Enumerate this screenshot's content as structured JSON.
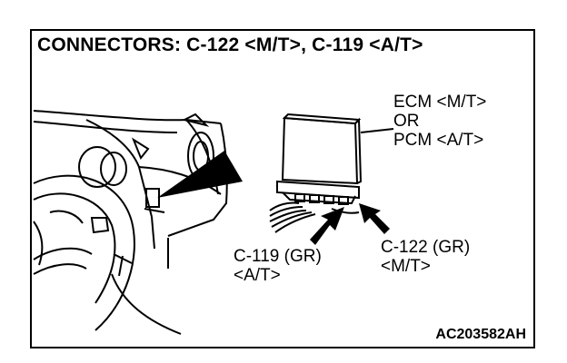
{
  "title": "CONNECTORS: C-122 <M/T>, C-119 <A/T>",
  "module_label": {
    "line1": "ECM <M/T>",
    "line2": "OR",
    "line3": "PCM <A/T>"
  },
  "connector_left": {
    "line1": "C-119 (GR)",
    "line2": "<A/T>"
  },
  "connector_right": {
    "line1": "C-122 (GR)",
    "line2": "<M/T>"
  },
  "figure_code": "AC203582AH"
}
